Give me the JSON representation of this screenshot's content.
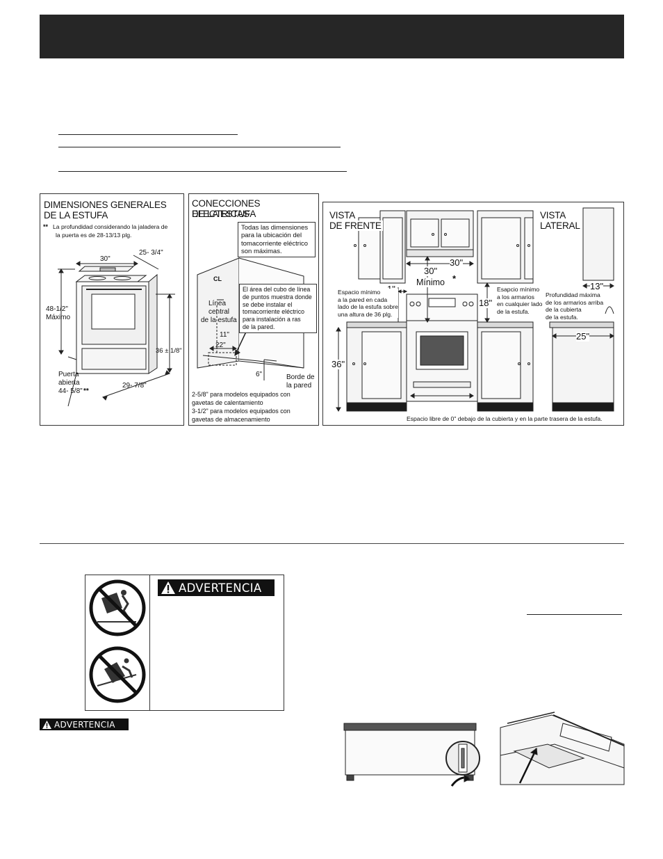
{
  "panels": {
    "general": {
      "title_line1": "DIMENSIONES GENERALES",
      "title_line2": "DE LA ESTUFA",
      "note_line1": "La profundidad considerando la jaladera de",
      "note_line2": "la puerta es de 28-13/13 plg.",
      "stars": "**",
      "dim_width": "30\"",
      "dim_depth": "25- 3/4\"",
      "dim_height_value": "48-1/2\"",
      "dim_height_label": "Máximo",
      "dim_counter": "36 ± 1/8\"",
      "door_line1": "Puerta",
      "door_line2": "abierta",
      "door_value": "44- 5/8\"",
      "door_stars": "**",
      "dim_bottom": "29- 7/8\""
    },
    "electrical": {
      "title_line1": "CONECCIONES ELECTRICAS",
      "title_line2": "DE LA ESTUFA",
      "note1": [
        "Todas las dimensiones",
        "para la ubicación del",
        "tomacorriente eléctrico",
        "son máximas."
      ],
      "note2": [
        "El área del cubo de línea",
        "de puntos muestra donde",
        "se debe instalar el",
        "tomacorriente eléctrico",
        "para instalación a ras",
        "de la pared."
      ],
      "cl_symbol": "CL",
      "center_line": [
        "Línea",
        "central",
        "de la estufa"
      ],
      "dim_11": "11\"",
      "dim_22": "22\"",
      "dim_6": "6\"",
      "wall_edge": [
        "Borde de",
        "la pared"
      ],
      "foot1_line1": "2-5/8\" para modelos equipados con",
      "foot1_line2": "gavetas de calentamiento",
      "foot2_line1": "3-1/2\" para modelos equipados con",
      "foot2_line2": "gavetas de almacenamiento"
    },
    "views": {
      "front_line1": "VISTA",
      "front_line2": "DE FRENTE",
      "side_line1": "VISTA",
      "side_line2": "LATERAL",
      "dim_30_top": "30\"",
      "dim_30_mid": "30\"",
      "min_label": "Mínimo",
      "star": "*",
      "dim_1": "1\"",
      "dim_18": "18\"",
      "dim_36": "36\"",
      "dim_13": "13\"",
      "dim_25": "25\"",
      "note_left": [
        "Espacio mínimo",
        "a la pared en cada",
        "lado de la estufa sobre",
        "una altura de 36 plg."
      ],
      "note_mid": [
        "Esapcio mínimo",
        "a los armarios",
        "en cualquier lado",
        "de la estufa."
      ],
      "note_right": [
        "Profundidad máxima",
        "de los armarios arriba",
        "de la cubierta",
        "de la estufa."
      ],
      "bottom_note": "Espacio libre de 0\" debajo de la cubierta y en la parte trasera de la estufa."
    }
  },
  "warning": {
    "label_large": "ADVERTENCIA",
    "label_small": "ADVERTENCIA"
  },
  "colors": {
    "header": "#262626",
    "ink": "#111111",
    "cabinet_fill": "#f4f4f4",
    "base_band": "#1a1a1a"
  }
}
